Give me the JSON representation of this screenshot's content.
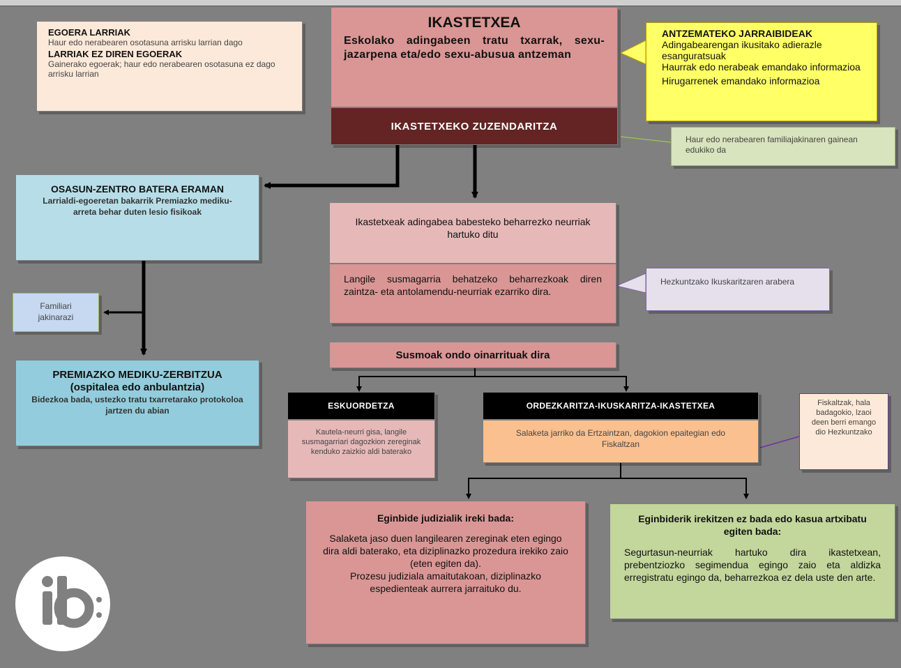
{
  "colors": {
    "background": "#808080",
    "pink_main": "#d99694",
    "pink_light": "#e6b9b8",
    "dark_red": "#632423",
    "peach": "#fde9d9",
    "blue_light": "#b7dee8",
    "blue": "#93cddd",
    "green_light": "#d7e4bd",
    "green": "#c3d69b",
    "yellow": "#ffff66",
    "purple": "#e5e0ec",
    "orange": "#fac090",
    "black": "#000000",
    "white": "#ffffff"
  },
  "severity_legend": {
    "title1": "EGOERA LARRIAK",
    "text1": "Haur edo nerabearen osotasuna arrisku larrian dago",
    "title2": "LARRIAK EZ DIREN EGOERAK",
    "text2": "Gainerako egoerak; haur edo nerabearen osotasuna ez dago arrisku larrian"
  },
  "school": {
    "title": "IKASTETXEA",
    "text": "Eskolako adingabeen tratu txarrak, sexu-jazarpena eta/edo sexu-abusua antzeman"
  },
  "management": {
    "label": "IKASTETXEKO ZUZENDARITZA"
  },
  "detection": {
    "title": "ANTZEMATEKO JARRAIBIDEAK",
    "lines": [
      "Adingabearengan ikusitako adierazle esanguratsuak",
      "Haurrak edo nerabeak emandako informazioa",
      "Hirugarrenek emandako informazioa"
    ]
  },
  "family_note": {
    "text": "Haur edo nerabearen familiajakinaren gainean edukiko da"
  },
  "health_center": {
    "title": "OSASUN-ZENTRO BATERA ERAMAN",
    "text": "Larrialdi-egoeretan bakarrik Premiazko mediku-arreta behar duten lesio fisikoak"
  },
  "inform_family": {
    "text": "Familiari jakinarazi"
  },
  "emergency": {
    "title": "PREMIAZKO MEDIKU-ZERBITZUA (ospitalea edo anbulantzia)",
    "text": "Bidezkoa bada, ustezko tratu txarretarako protokoloa jartzen du abian"
  },
  "protect": {
    "text": "Ikastetxeak adingabea babesteko beharrezko neurriak hartuko ditu"
  },
  "suspect_measures": {
    "text": "Langile susmagarria behatzeko beharrezkoak diren zaintza- eta antolamendu-neurriak ezarriko dira."
  },
  "inspection_note": {
    "text": "Hezkuntzako Ikuskaritzaren arabera"
  },
  "founded": {
    "label": "Susmoak ondo oinarrituak dira"
  },
  "delegation": {
    "title": "ESKUORDETZA",
    "text": "Kautela-neurri gisa, langile susmagarriari dagozkion zereginak kenduko zaizkio aldi baterako"
  },
  "representation": {
    "title": "ORDEZKARITZA-IKUSKARITZA-IKASTETXEA",
    "text": "Salaketa jarriko da Ertzaintzan, dagokion epaitegian edo Fiskaltzan"
  },
  "prosecutor_note": {
    "text": "Fiskaltzak, hala badagokio, lzaoi deen berri emango dio Hezkuntzako"
  },
  "judicial_open": {
    "title": "Eginbide judizialik ireki bada:",
    "text1": "Salaketa jaso duen langilearen zereginak eten egingo dira aldi baterako, eta diziplinazko prozedura irekiko zaio (eten egiten da).",
    "text2": "Prozesu judiziala amaitutakoan, diziplinazko espedienteak aurrera jarraituko du."
  },
  "no_judicial": {
    "title": "Eginbiderik irekitzen ez bada edo kasua artxibatu egiten bada:",
    "text": "Segurtasun-neurriak hartuko dira ikastetxean, prebentziozko segimendua egingo zaio eta aldizka erregistratu egingo da, beharrezkoa ez dela uste den arte."
  },
  "logo": {
    "text": "ib:"
  }
}
